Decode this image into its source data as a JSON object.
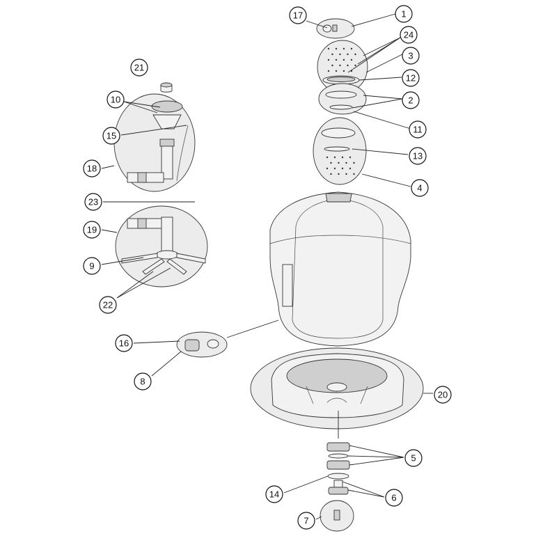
{
  "callouts": [
    {
      "id": "c1",
      "label": "1"
    },
    {
      "id": "c2",
      "label": "2"
    },
    {
      "id": "c3",
      "label": "3"
    },
    {
      "id": "c4",
      "label": "4"
    },
    {
      "id": "c5",
      "label": "5"
    },
    {
      "id": "c6",
      "label": "6"
    },
    {
      "id": "c7",
      "label": "7"
    },
    {
      "id": "c8",
      "label": "8"
    },
    {
      "id": "c9",
      "label": "9"
    },
    {
      "id": "c10",
      "label": "10"
    },
    {
      "id": "c11",
      "label": "11"
    },
    {
      "id": "c12",
      "label": "12"
    },
    {
      "id": "c13",
      "label": "13"
    },
    {
      "id": "c14",
      "label": "14"
    },
    {
      "id": "c15",
      "label": "15"
    },
    {
      "id": "c16",
      "label": "16"
    },
    {
      "id": "c17",
      "label": "17"
    },
    {
      "id": "c18",
      "label": "18"
    },
    {
      "id": "c19",
      "label": "19"
    },
    {
      "id": "c20",
      "label": "20"
    },
    {
      "id": "c21",
      "label": "21"
    },
    {
      "id": "c22",
      "label": "22"
    },
    {
      "id": "c23",
      "label": "23"
    },
    {
      "id": "c24",
      "label": "24"
    }
  ]
}
